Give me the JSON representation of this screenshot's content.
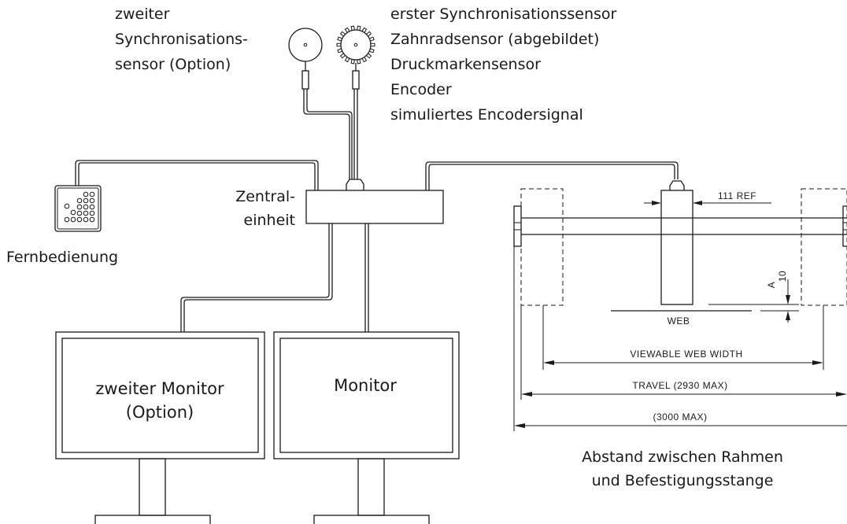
{
  "labels": {
    "second_sensor": [
      "zweiter",
      "Synchronisations-",
      "sensor (Option)"
    ],
    "first_sensor": [
      "erster Synchronisationssensor",
      "Zahnradsensor (abgebildet)",
      "Druckmarkensensor",
      "Encoder",
      "simuliertes Encodersignal"
    ],
    "central_unit": [
      "Zentral-",
      "einheit"
    ],
    "remote": "Fernbedienung",
    "second_monitor": [
      "zweiter Monitor",
      "(Option)"
    ],
    "monitor": "Monitor",
    "distance": [
      "Abstand zwischen Rahmen",
      "und Befestigungsstange"
    ]
  },
  "dimensions": {
    "ref": "111 REF",
    "a_label": "A",
    "a_value": "10",
    "web": "WEB",
    "viewable": "VIEWABLE WEB WIDTH",
    "travel": "TRAVEL (2930 MAX)",
    "total": "(3000 MAX)"
  },
  "colors": {
    "line": "#1a1a1a",
    "background": "#ffffff"
  }
}
